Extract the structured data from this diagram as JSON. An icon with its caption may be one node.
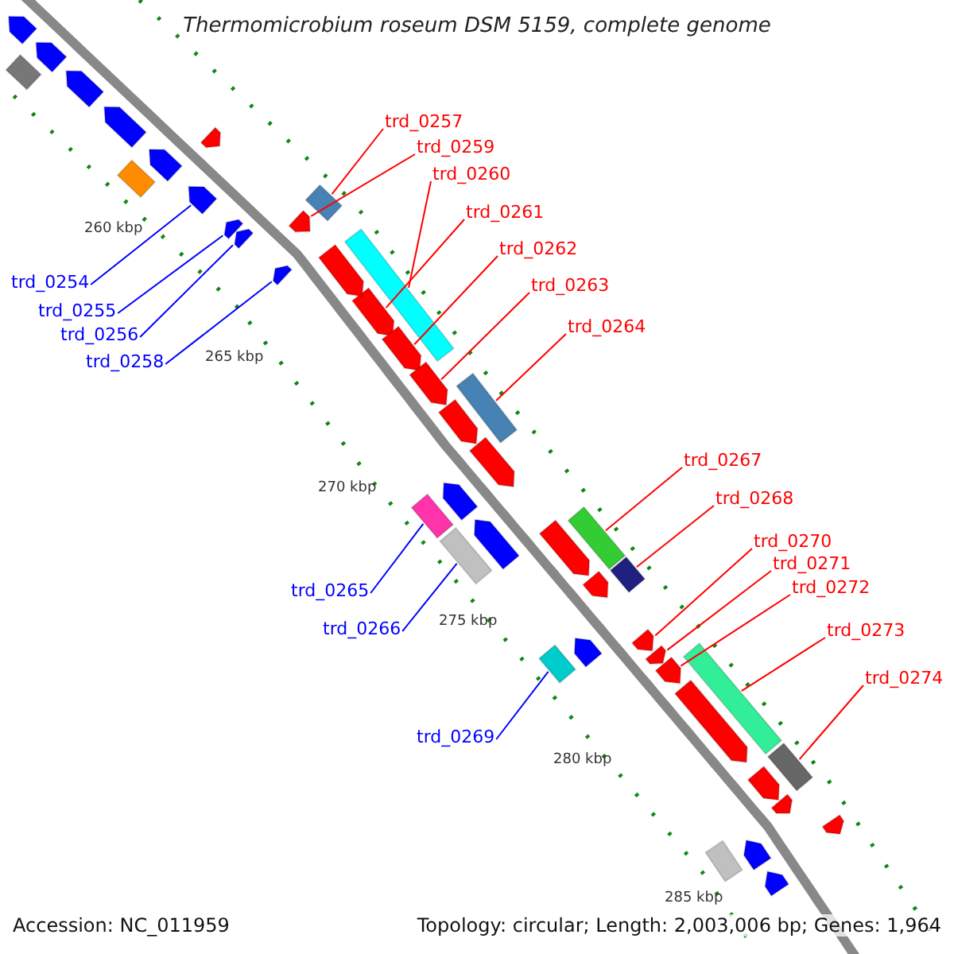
{
  "diagram": {
    "title": "Thermomicrobium roseum DSM 5159, complete genome",
    "nodes": [
      {
        "text": [
          "trd_0257"
        ]
      },
      {
        "text": [],
        "shape": "box"
      },
      {
        "text": [
          "trd_0259"
        ]
      },
      {
        "text": [],
        "shape": "arrow"
      },
      {
        "text": [
          "trd_0260"
        ]
      },
      {
        "text": [],
        "shape": "box"
      },
      {
        "text": [
          "trd_0261"
        ]
      },
      {
        "text": [],
        "shape": "arrow"
      },
      {
        "text": [
          "trd_0262"
        ]
      },
      {
        "text": [],
        "shape": "arrow"
      },
      {
        "text": [
          "trd_0254"
        ]
      },
      {
        "text": [],
        "shape": "arrow"
      },
      {
        "text": [
          "trd_0263"
        ]
      },
      {
        "text": [],
        "shape": "arrow"
      },
      {
        "text": [
          "trd_0255"
        ]
      },
      {
        "text": [],
        "shape": "arrow"
      },
      {
        "text": [
          "trd_0264"
        ]
      },
      {
        "text": [],
        "shape": "box"
      },
      {
        "text": [
          "trd_0256"
        ]
      },
      {
        "text": [],
        "shape": "arrow"
      },
      {
        "text": [
          "trd_0258"
        ]
      },
      {
        "text": [],
        "shape": "arrow"
      },
      {
        "text": [
          "trd_0267"
        ]
      },
      {
        "text": [],
        "shape": "box"
      },
      {
        "text": [
          "trd_0268"
        ]
      },
      {
        "text": [],
        "shape": "box"
      },
      {
        "text": [
          "trd_0270"
        ]
      },
      {
        "text": [],
        "shape": "arrow"
      },
      {
        "text": [
          "trd_0271"
        ]
      },
      {
        "text": [],
        "shape": "arrow"
      },
      {
        "text": [
          "trd_0272"
        ]
      },
      {
        "text": [],
        "shape": "arrow"
      },
      {
        "text": [
          "trd_0265"
        ]
      },
      {
        "text": [],
        "shape": "box"
      },
      {
        "text": [
          "trd_0266"
        ]
      },
      {
        "text": [],
        "shape": "box"
      },
      {
        "text": [
          "trd_0273"
        ]
      },
      {
        "text": [],
        "shape": "box"
      },
      {
        "text": [
          "trd_0274"
        ]
      },
      {
        "text": [],
        "shape": "box"
      },
      {
        "text": [
          "trd_0269"
        ]
      },
      {
        "text": [],
        "shape": "box"
      },
      {
        "text": [],
        "shape": "box"
      },
      {
        "text": [],
        "shape": "arrow"
      },
      {
        "text": [],
        "shape": "arrow"
      },
      {
        "text": [],
        "shape": "arrow"
      },
      {
        "text": [],
        "shape": "arrow"
      },
      {
        "text": [],
        "shape": "box"
      },
      {
        "text": [],
        "shape": "arrow"
      },
      {
        "text": [],
        "shape": "arrow"
      },
      {
        "text": [],
        "shape": "arrow"
      },
      {
        "text": [],
        "shape": "arrow"
      },
      {
        "text": [],
        "shape": "arrow"
      },
      {
        "text": [],
        "shape": "arrow"
      },
      {
        "text": [],
        "shape": "arrow"
      },
      {
        "text": [],
        "shape": "arrow"
      },
      {
        "text": [],
        "shape": "arrow"
      },
      {
        "text": [],
        "shape": "arrow"
      },
      {
        "text": [],
        "shape": "arrow"
      },
      {
        "text": [],
        "shape": "arrow"
      },
      {
        "text": [],
        "shape": "arrow"
      },
      {
        "text": [],
        "shape": "box"
      },
      {
        "text": [],
        "shape": "arrow"
      },
      {
        "text": [],
        "shape": "arrow"
      },
      {
        "text": [],
        "shape": "arrow"
      }
    ],
    "edges": [
      {
        "from": 0,
        "to": 1,
        "arrow": "none"
      },
      {
        "from": 2,
        "to": 3,
        "arrow": "none"
      },
      {
        "from": 4,
        "to": 5,
        "arrow": "none"
      },
      {
        "from": 6,
        "to": 7,
        "arrow": "none"
      },
      {
        "from": 8,
        "to": 9,
        "arrow": "none"
      },
      {
        "from": 10,
        "to": 11,
        "arrow": "none",
        "color": "#0000ff"
      },
      {
        "from": 12,
        "to": 13,
        "arrow": "none"
      },
      {
        "from": 14,
        "to": 15,
        "arrow": "none",
        "color": "#0000ff"
      },
      {
        "from": 16,
        "to": 17,
        "arrow": "none"
      },
      {
        "from": 18,
        "to": 19,
        "arrow": "none",
        "color": "#0000ff"
      },
      {
        "from": 20,
        "to": 21,
        "arrow": "none",
        "color": "#0000ff"
      },
      {
        "from": 22,
        "to": 23,
        "arrow": "none"
      },
      {
        "from": 24,
        "to": 25,
        "arrow": "none"
      },
      {
        "from": 26,
        "to": 27,
        "arrow": "none"
      },
      {
        "from": 28,
        "to": 29,
        "arrow": "none"
      },
      {
        "from": 30,
        "to": 31,
        "arrow": "none"
      },
      {
        "from": 32,
        "to": 33,
        "arrow": "none",
        "color": "#0000ff"
      },
      {
        "from": 34,
        "to": 35,
        "arrow": "none",
        "color": "#0000ff"
      },
      {
        "from": 36,
        "to": 37,
        "arrow": "none"
      },
      {
        "from": 38,
        "to": 39,
        "arrow": "none"
      },
      {
        "from": 40,
        "to": 41,
        "arrow": "none",
        "color": "#0000ff"
      }
    ],
    "labels": [
      "260 kbp",
      "265 kbp",
      "270 kbp",
      "275 kbp",
      "280 kbp",
      "285 kbp",
      "Accession: NC_011959",
      "Topology: circular; Length: 2,003,006 bp; Genes: 1,964"
    ]
  }
}
